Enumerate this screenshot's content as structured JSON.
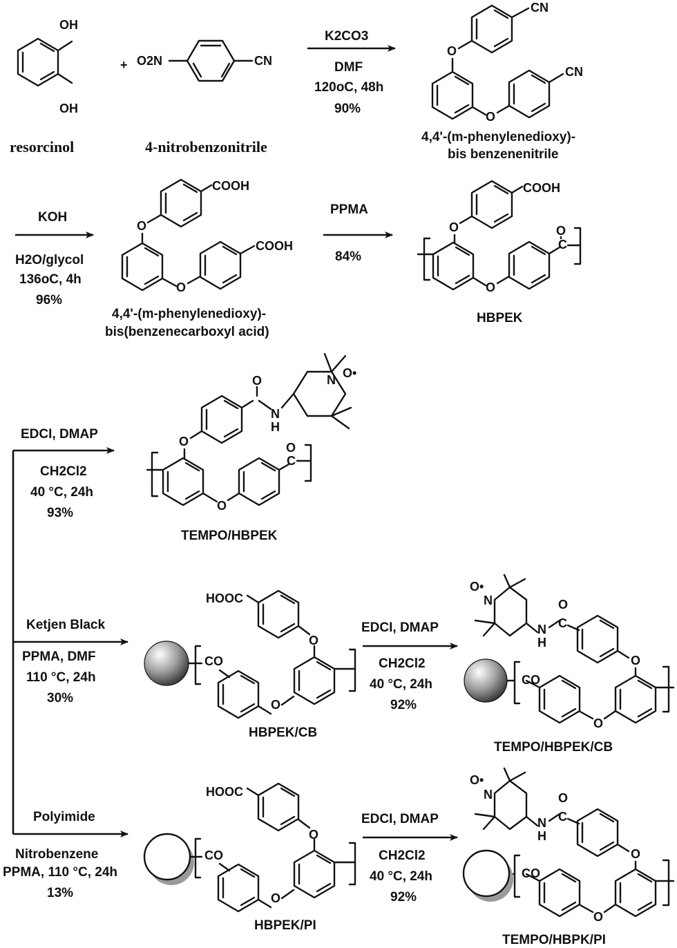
{
  "step1": {
    "plus": "+",
    "reagent": "K2CO3",
    "solvent": "DMF",
    "conditions": "120oC, 48h",
    "yield": "90%"
  },
  "compounds": {
    "resorcinol": "resorcinol",
    "nitrobenzonitrile": "4-nitrobenzonitrile",
    "dinitrile_line1": "4,4'-(m-phenylenedioxy)-",
    "dinitrile_line2": "bis benzenenitrile",
    "diacid_line1": "4,4'-(m-phenylenedioxy)-",
    "diacid_line2": "bis(benzenecarboxyl acid)",
    "hbpek": "HBPEK",
    "tempo_hbpek": "TEMPO/HBPEK",
    "hbpek_cb": "HBPEK/CB",
    "tempo_hbpek_cb": "TEMPO/HBPEK/CB",
    "hbpek_pi": "HBPEK/PI",
    "tempo_hbpk_pi": "TEMPO/HBPK/PI"
  },
  "step2": {
    "reagent": "KOH",
    "solvent": "H2O/glycol",
    "conditions": "136oC, 4h",
    "yield": "96%"
  },
  "step3": {
    "reagent": "PPMA",
    "yield": "84%"
  },
  "step4": {
    "reagent": "EDCI, DMAP",
    "solvent": "CH2Cl2",
    "conditions": "40 °C, 24h",
    "yield": "93%"
  },
  "step5": {
    "reagent": "Ketjen Black",
    "solvent": "PPMA, DMF",
    "conditions": "110 °C, 24h",
    "yield": "30%"
  },
  "step6": {
    "reagent": "EDCI, DMAP",
    "solvent": "CH2Cl2",
    "conditions": "40 °C, 24h",
    "yield": "92%"
  },
  "step7": {
    "reagent": "Polyimide",
    "solvent": "Nitrobenzene",
    "conditions": "PPMA, 110 °C, 24h",
    "yield": "13%"
  },
  "step8": {
    "reagent": "EDCI, DMAP",
    "solvent": "CH2Cl2",
    "conditions": "40 °C, 24h",
    "yield": "92%"
  },
  "atoms": {
    "oh": "OH",
    "o2n": "O2N",
    "cn": "CN",
    "o": "O",
    "cooh": "COOH",
    "hooc": "HOOC",
    "co": "CO",
    "c": "C",
    "n": "N",
    "h": "H",
    "n_oxyl": "N-O•",
    "oxyl": "O•"
  },
  "colors": {
    "ink": "#111111",
    "carbon_black_sphere": "#6b6b6b",
    "polyimide_shadow": "#9a9a9a"
  }
}
